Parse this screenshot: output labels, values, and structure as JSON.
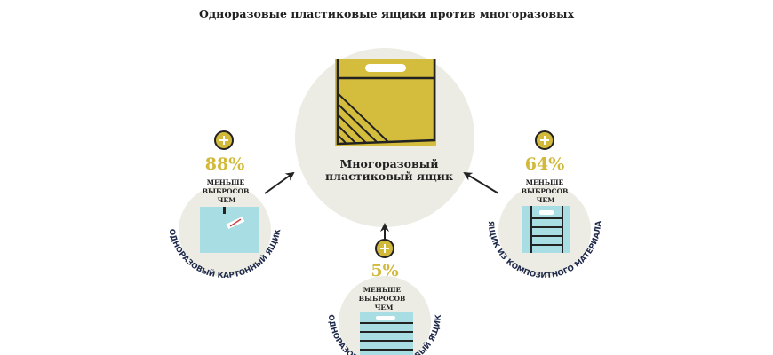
{
  "title": "Одноразовые пластиковые ящики против многоразовых",
  "colors": {
    "circle": "#ecece4",
    "yellow": "#d4bd3c",
    "blue": "#a8dde3",
    "ink": "#1f2a4a"
  },
  "center": {
    "line1": "Многоразовый",
    "line2": "пластиковый ящик",
    "icon": "reusable-plastic-crate"
  },
  "items": [
    {
      "name": "cardboard",
      "percent": "88%",
      "line1": "МЕНЬШЕ",
      "line2": "ВЫБРОСОВ",
      "line3": "ЧЕМ",
      "label": "ОДНОРАЗОВЫЙ КАРТОННЫЙ ЯЩИК",
      "icon": "cardboard-box"
    },
    {
      "name": "composite",
      "percent": "64%",
      "line1": "МЕНЬШЕ",
      "line2": "ВЫБРОСОВ",
      "line3": "ЧЕМ",
      "label": "ЯЩИК ИЗ КОМПОЗИТНОГО МАТЕРИАЛА",
      "icon": "composite-crate"
    },
    {
      "name": "disposable-plastic",
      "percent": "5%",
      "line1": "МЕНЬШЕ",
      "line2": "ВЫБРОСОВ",
      "line3": "ЧЕМ",
      "label": "ОДНОРАЗОВЫЙ ПЛАСТИКОВЫЙ ЯЩИК",
      "icon": "disposable-plastic-crate"
    }
  ]
}
